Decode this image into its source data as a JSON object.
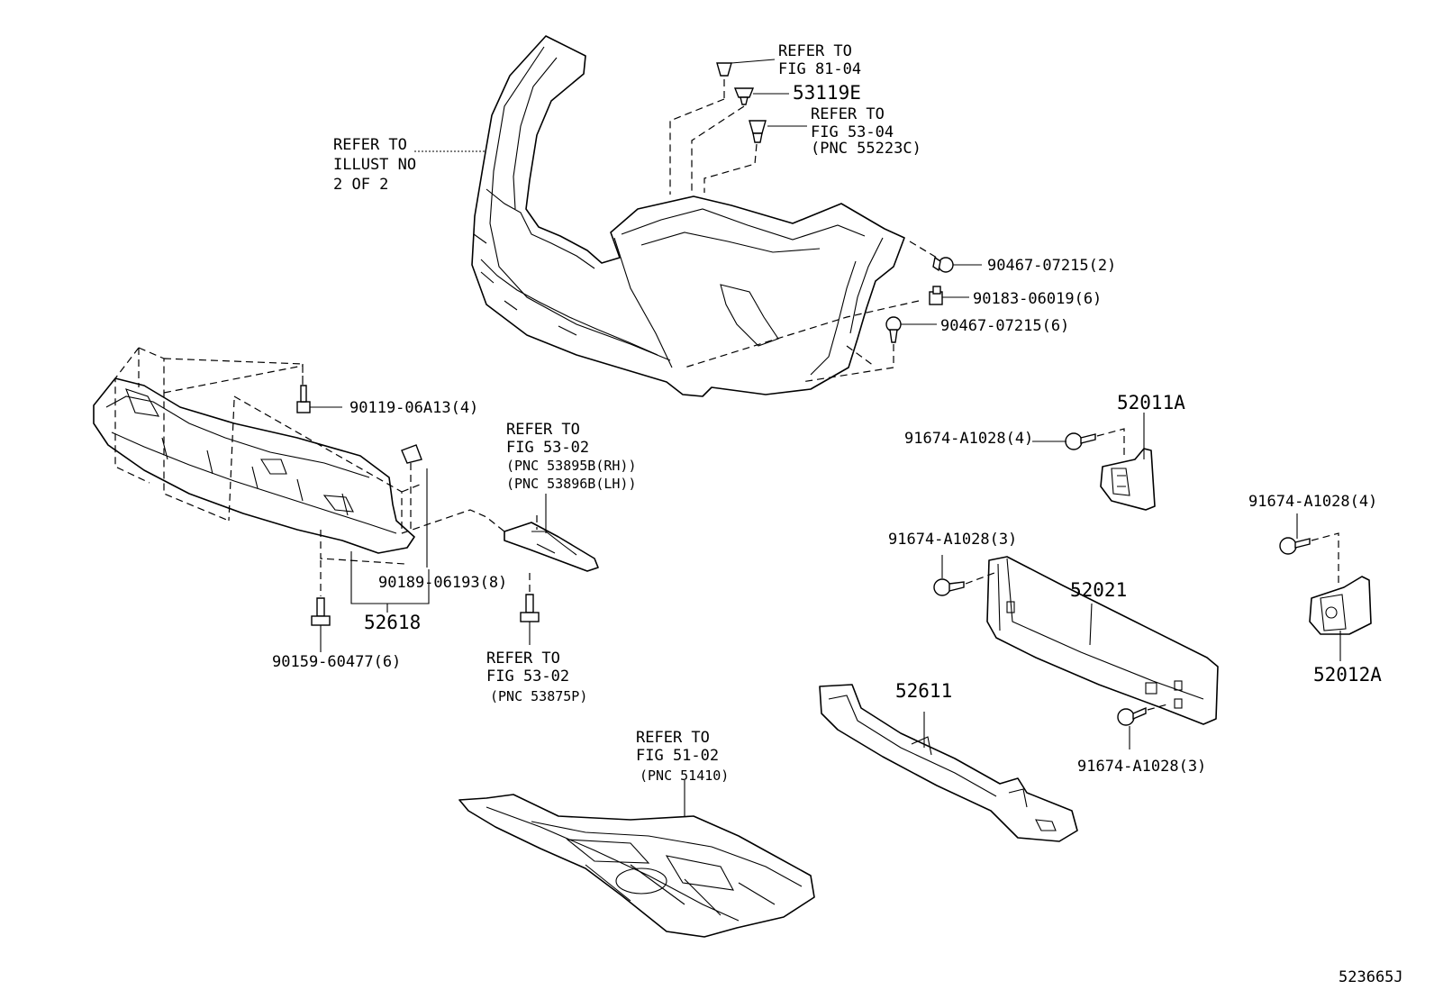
{
  "diagram_id": "523665J",
  "refs": {
    "illust": [
      "REFER TO",
      "ILLUST NO",
      "2 OF 2"
    ],
    "fig8104": [
      "REFER TO",
      "FIG 81-04"
    ],
    "fig5304": [
      "REFER TO",
      "FIG 53-04",
      "(PNC 55223C)"
    ],
    "fig5302_top": [
      "REFER TO",
      "FIG 53-02",
      "(PNC 53895B(RH))",
      "(PNC 53896B(LH))"
    ],
    "fig5302_bottom": [
      "REFER TO",
      "FIG 53-02",
      "(PNC 53875P)"
    ],
    "fig5102": [
      "REFER TO",
      "FIG 51-02",
      "(PNC 51410)"
    ]
  },
  "parts": {
    "p53119E": "53119E",
    "p90467_2": "90467-07215(2)",
    "p90183": "90183-06019(6)",
    "p90467_6": "90467-07215(6)",
    "p90119": "90119-06A13(4)",
    "p52011A": "52011A",
    "p91674_top": "91674-A1028(4)",
    "p91674_right": "91674-A1028(4)",
    "p91674_mid": "91674-A1028(3)",
    "p52021": "52021",
    "p90189": "90189-06193(8)",
    "p52618": "52618",
    "p90159": "90159-60477(6)",
    "p52611": "52611",
    "p52012A": "52012A",
    "p91674_bottom": "91674-A1028(3)"
  }
}
